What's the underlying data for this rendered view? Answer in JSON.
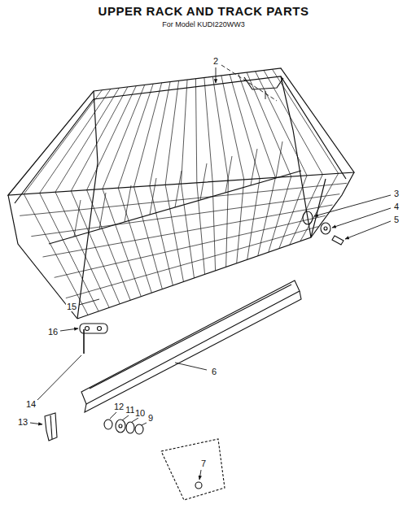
{
  "diagram": {
    "title": "UPPER RACK AND TRACK PARTS",
    "labels": [
      "For Model KUDI220WW3",
      "2",
      "3",
      "4",
      "5",
      "15",
      "16",
      "6",
      "14",
      "13",
      "12",
      "11",
      "10",
      "9",
      "7"
    ]
  }
}
